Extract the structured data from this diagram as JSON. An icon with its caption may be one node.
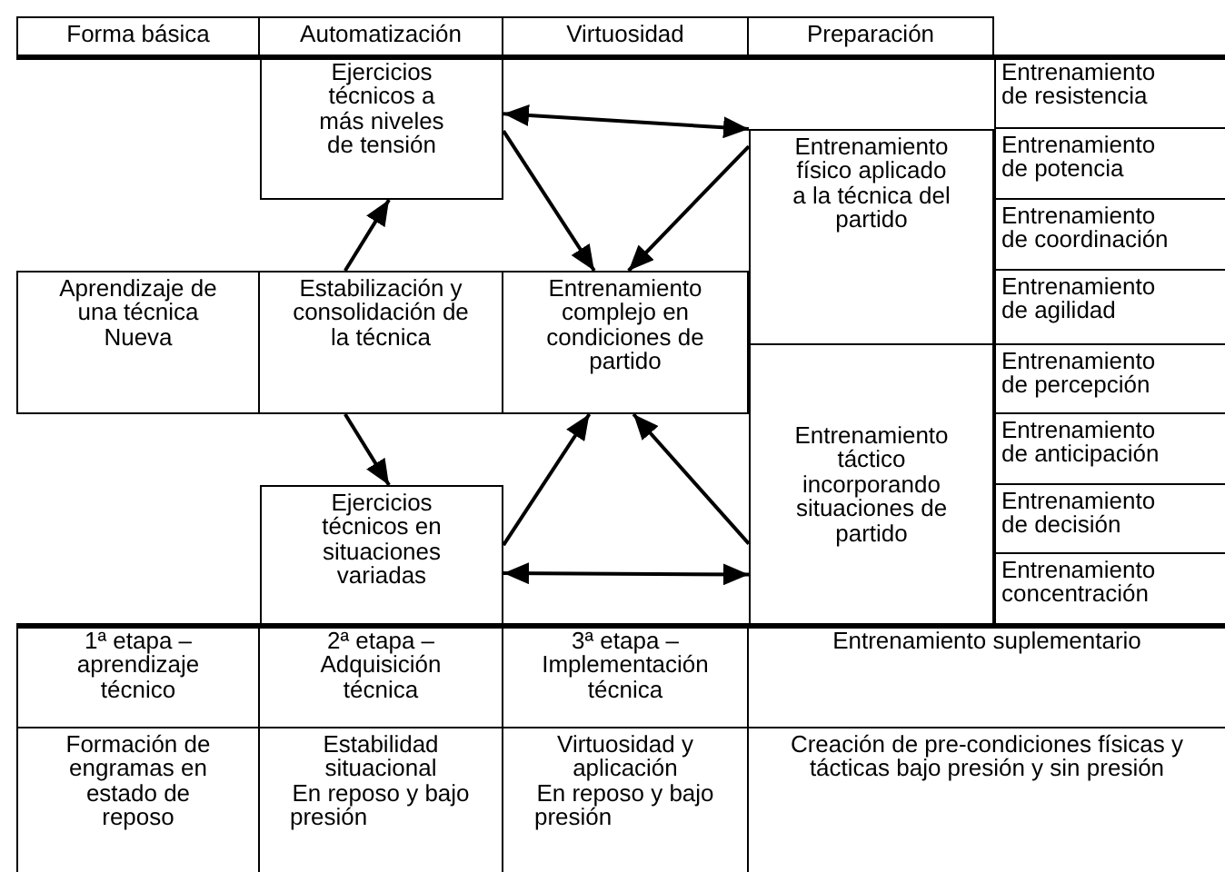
{
  "diagram": {
    "nodes": [
      {
        "text": [
          "Forma básica"
        ]
      },
      {
        "text": [
          "Automatización"
        ]
      },
      {
        "text": [
          "Virtuosidad"
        ]
      },
      {
        "text": [
          "Preparación"
        ]
      },
      {
        "text": [
          "Ejercicios técnicos a más niveles de tensión"
        ]
      },
      {
        "text": [
          "Entrenamiento de resistencia"
        ]
      },
      {
        "text": [
          "Entrenamiento físico aplicado a la técnica del partido"
        ]
      },
      {
        "text": [
          "Entrenamiento de potencia"
        ]
      },
      {
        "text": [
          "Entrenamiento de coordinación"
        ]
      },
      {
        "text": [
          "Aprendizaje de una técnica Nueva"
        ]
      },
      {
        "text": [
          "Estabilización y consolidación de la técnica"
        ]
      },
      {
        "text": [
          "Entrenamiento complejo en condiciones de partido"
        ]
      },
      {
        "text": [
          "Entrenamiento de agilidad"
        ]
      },
      {
        "text": [
          "Entrenamiento táctico incorporando situaciones de partido"
        ]
      },
      {
        "text": [
          "Entrenamiento de percepción"
        ]
      },
      {
        "text": [
          "Entrenamiento de anticipación"
        ]
      },
      {
        "text": [
          "Entrenamiento de decisión"
        ]
      },
      {
        "text": [
          "Ejercicios técnicos en situaciones variadas"
        ]
      },
      {
        "text": [
          "Entrenamiento concentración"
        ]
      },
      {
        "text": [
          "1ª etapa – aprendizaje técnico"
        ]
      },
      {
        "text": [
          "2ª etapa – Adquisición técnica"
        ]
      },
      {
        "text": [
          "3ª etapa – Implementación técnica"
        ]
      },
      {
        "text": [
          "Entrenamiento suplementario"
        ]
      },
      {
        "text": [
          "Formación de engramas en estado de reposo"
        ]
      },
      {
        "text": [
          "Estabilidad situacional",
          "En reposo y bajo presión"
        ]
      },
      {
        "text": [
          "Virtuosidad y aplicación",
          "En reposo y bajo presión"
        ]
      },
      {
        "text": [
          "Creación de pre-condiciones físicas y tácticas bajo presión y sin presión"
        ]
      }
    ],
    "edges": [
      {
        "from": 10,
        "to": 4,
        "arrow": "to"
      },
      {
        "from": 10,
        "to": 17,
        "arrow": "to"
      },
      {
        "from": 4,
        "to": 11,
        "arrow": "to"
      },
      {
        "from": 6,
        "to": 11,
        "arrow": "to"
      },
      {
        "from": 4,
        "to": 6,
        "arrow": "both"
      },
      {
        "from": 17,
        "to": 11,
        "arrow": "to"
      },
      {
        "from": 13,
        "to": 11,
        "arrow": "to"
      },
      {
        "from": 17,
        "to": 13,
        "arrow": "both"
      }
    ]
  }
}
